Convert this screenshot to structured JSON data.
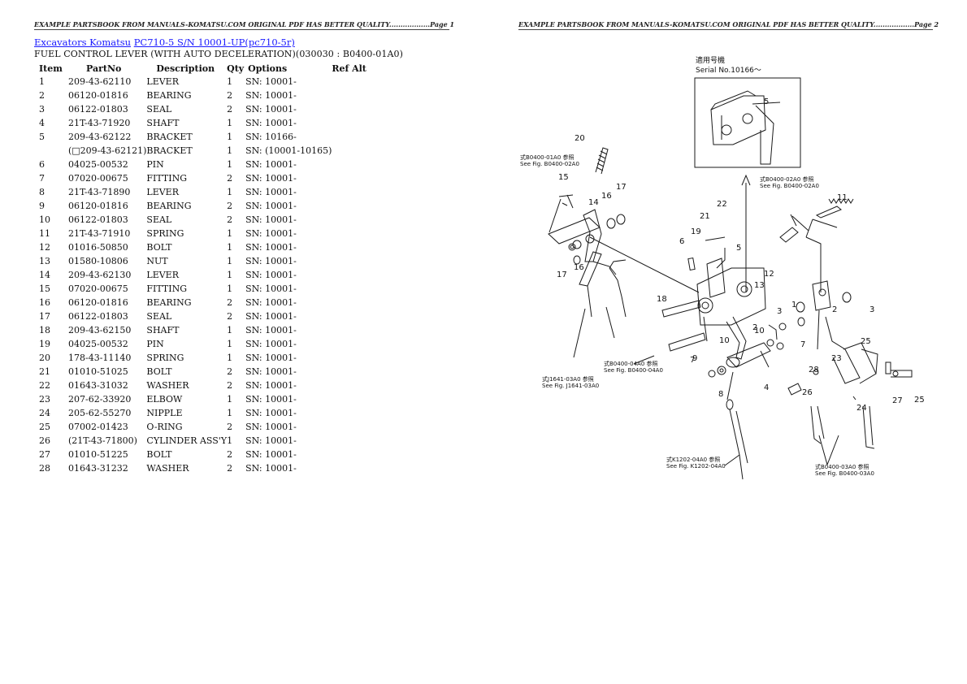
{
  "page1_header": "EXAMPLE PARTSBOOK FROM MANUALS-KOMATSU.COM ORIGINAL PDF HAS BETTER QUALITY..................Page 1",
  "page2_header": "EXAMPLE PARTSBOOK FROM MANUALS-KOMATSU.COM ORIGINAL PDF HAS BETTER QUALITY..................Page 2",
  "breadcrumb": {
    "link1": "Excavators Komatsu",
    "link2": "PC710-5 S/N 10001-UP(pc710-5r)"
  },
  "title": "FUEL CONTROL LEVER (WITH AUTO DECELERATION)(030030 : B0400-01A0)",
  "columns": [
    "Item",
    "PartNo",
    "Description",
    "Qty",
    "Options",
    "Ref Alt"
  ],
  "rows": [
    {
      "item": "1",
      "part": "209-43-62110",
      "desc": "LEVER",
      "qty": "1",
      "opt": "SN: 10001-",
      "ref": ""
    },
    {
      "item": "2",
      "part": "06120-01816",
      "desc": "BEARING",
      "qty": "2",
      "opt": "SN: 10001-",
      "ref": ""
    },
    {
      "item": "3",
      "part": "06122-01803",
      "desc": "SEAL",
      "qty": "2",
      "opt": "SN: 10001-",
      "ref": ""
    },
    {
      "item": "4",
      "part": "21T-43-71920",
      "desc": "SHAFT",
      "qty": "1",
      "opt": "SN: 10001-",
      "ref": ""
    },
    {
      "item": "5",
      "part": "209-43-62122",
      "desc": "BRACKET",
      "qty": "1",
      "opt": "SN: 10166-",
      "ref": ""
    },
    {
      "item": "",
      "part": "(□209-43-62121)",
      "desc": "BRACKET",
      "qty": "1",
      "opt": "SN: (10001-10165)",
      "ref": ""
    },
    {
      "item": "6",
      "part": "04025-00532",
      "desc": "PIN",
      "qty": "1",
      "opt": "SN: 10001-",
      "ref": ""
    },
    {
      "item": "7",
      "part": "07020-00675",
      "desc": "FITTING",
      "qty": "2",
      "opt": "SN: 10001-",
      "ref": ""
    },
    {
      "item": "8",
      "part": "21T-43-71890",
      "desc": "LEVER",
      "qty": "1",
      "opt": "SN: 10001-",
      "ref": ""
    },
    {
      "item": "9",
      "part": "06120-01816",
      "desc": "BEARING",
      "qty": "2",
      "opt": "SN: 10001-",
      "ref": ""
    },
    {
      "item": "10",
      "part": "06122-01803",
      "desc": "SEAL",
      "qty": "2",
      "opt": "SN: 10001-",
      "ref": ""
    },
    {
      "item": "11",
      "part": "21T-43-71910",
      "desc": "SPRING",
      "qty": "1",
      "opt": "SN: 10001-",
      "ref": ""
    },
    {
      "item": "12",
      "part": "01016-50850",
      "desc": "BOLT",
      "qty": "1",
      "opt": "SN: 10001-",
      "ref": ""
    },
    {
      "item": "13",
      "part": "01580-10806",
      "desc": "NUT",
      "qty": "1",
      "opt": "SN: 10001-",
      "ref": ""
    },
    {
      "item": "14",
      "part": "209-43-62130",
      "desc": "LEVER",
      "qty": "1",
      "opt": "SN: 10001-",
      "ref": ""
    },
    {
      "item": "15",
      "part": "07020-00675",
      "desc": "FITTING",
      "qty": "1",
      "opt": "SN: 10001-",
      "ref": ""
    },
    {
      "item": "16",
      "part": "06120-01816",
      "desc": "BEARING",
      "qty": "2",
      "opt": "SN: 10001-",
      "ref": ""
    },
    {
      "item": "17",
      "part": "06122-01803",
      "desc": "SEAL",
      "qty": "2",
      "opt": "SN: 10001-",
      "ref": ""
    },
    {
      "item": "18",
      "part": "209-43-62150",
      "desc": "SHAFT",
      "qty": "1",
      "opt": "SN: 10001-",
      "ref": ""
    },
    {
      "item": "19",
      "part": "04025-00532",
      "desc": "PIN",
      "qty": "1",
      "opt": "SN: 10001-",
      "ref": ""
    },
    {
      "item": "20",
      "part": "178-43-11140",
      "desc": "SPRING",
      "qty": "1",
      "opt": "SN: 10001-",
      "ref": ""
    },
    {
      "item": "21",
      "part": "01010-51025",
      "desc": "BOLT",
      "qty": "2",
      "opt": "SN: 10001-",
      "ref": ""
    },
    {
      "item": "22",
      "part": "01643-31032",
      "desc": "WASHER",
      "qty": "2",
      "opt": "SN: 10001-",
      "ref": ""
    },
    {
      "item": "23",
      "part": "207-62-33920",
      "desc": "ELBOW",
      "qty": "1",
      "opt": "SN: 10001-",
      "ref": ""
    },
    {
      "item": "24",
      "part": "205-62-55270",
      "desc": "NIPPLE",
      "qty": "1",
      "opt": "SN: 10001-",
      "ref": ""
    },
    {
      "item": "25",
      "part": "07002-01423",
      "desc": "O-RING",
      "qty": "2",
      "opt": "SN: 10001-",
      "ref": ""
    },
    {
      "item": "26",
      "part": "(21T-43-71800)",
      "desc": "CYLINDER ASS'Y",
      "qty": "1",
      "opt": "SN: 10001-",
      "ref": ""
    },
    {
      "item": "27",
      "part": "01010-51225",
      "desc": "BOLT",
      "qty": "2",
      "opt": "SN: 10001-",
      "ref": ""
    },
    {
      "item": "28",
      "part": "01643-31232",
      "desc": "WASHER",
      "qty": "2",
      "opt": "SN: 10001-",
      "ref": ""
    }
  ],
  "diagram": {
    "serial_label_jp": "適用号機",
    "serial_label": "Serial No.10166～",
    "callouts": [
      "20",
      "15",
      "14",
      "16",
      "17",
      "17",
      "16",
      "18",
      "19",
      "21",
      "22",
      "6",
      "5",
      "5",
      "12",
      "13",
      "11",
      "1",
      "2",
      "3",
      "3",
      "2",
      "10",
      "9",
      "10",
      "7",
      "8",
      "4",
      "7",
      "26",
      "25",
      "23",
      "28",
      "27",
      "25",
      "24"
    ],
    "refs": [
      {
        "jp": "式B0400-01A0 参照",
        "en": "See Fig. B0400-02A0"
      },
      {
        "jp": "式B0400-02A0 参照",
        "en": "See Fig. B0400-02A0"
      },
      {
        "jp": "式B0400-04A0 参照",
        "en": "See Fig. B0400-04A0"
      },
      {
        "jp": "式J1641-03A0 参照",
        "en": "See Fig. J1641-03A0"
      },
      {
        "jp": "式K1202-04A0 参照",
        "en": "See Fig. K1202-04A0"
      },
      {
        "jp": "式B0400-03A0 参照",
        "en": "See Fig. B0400-03A0"
      }
    ]
  }
}
